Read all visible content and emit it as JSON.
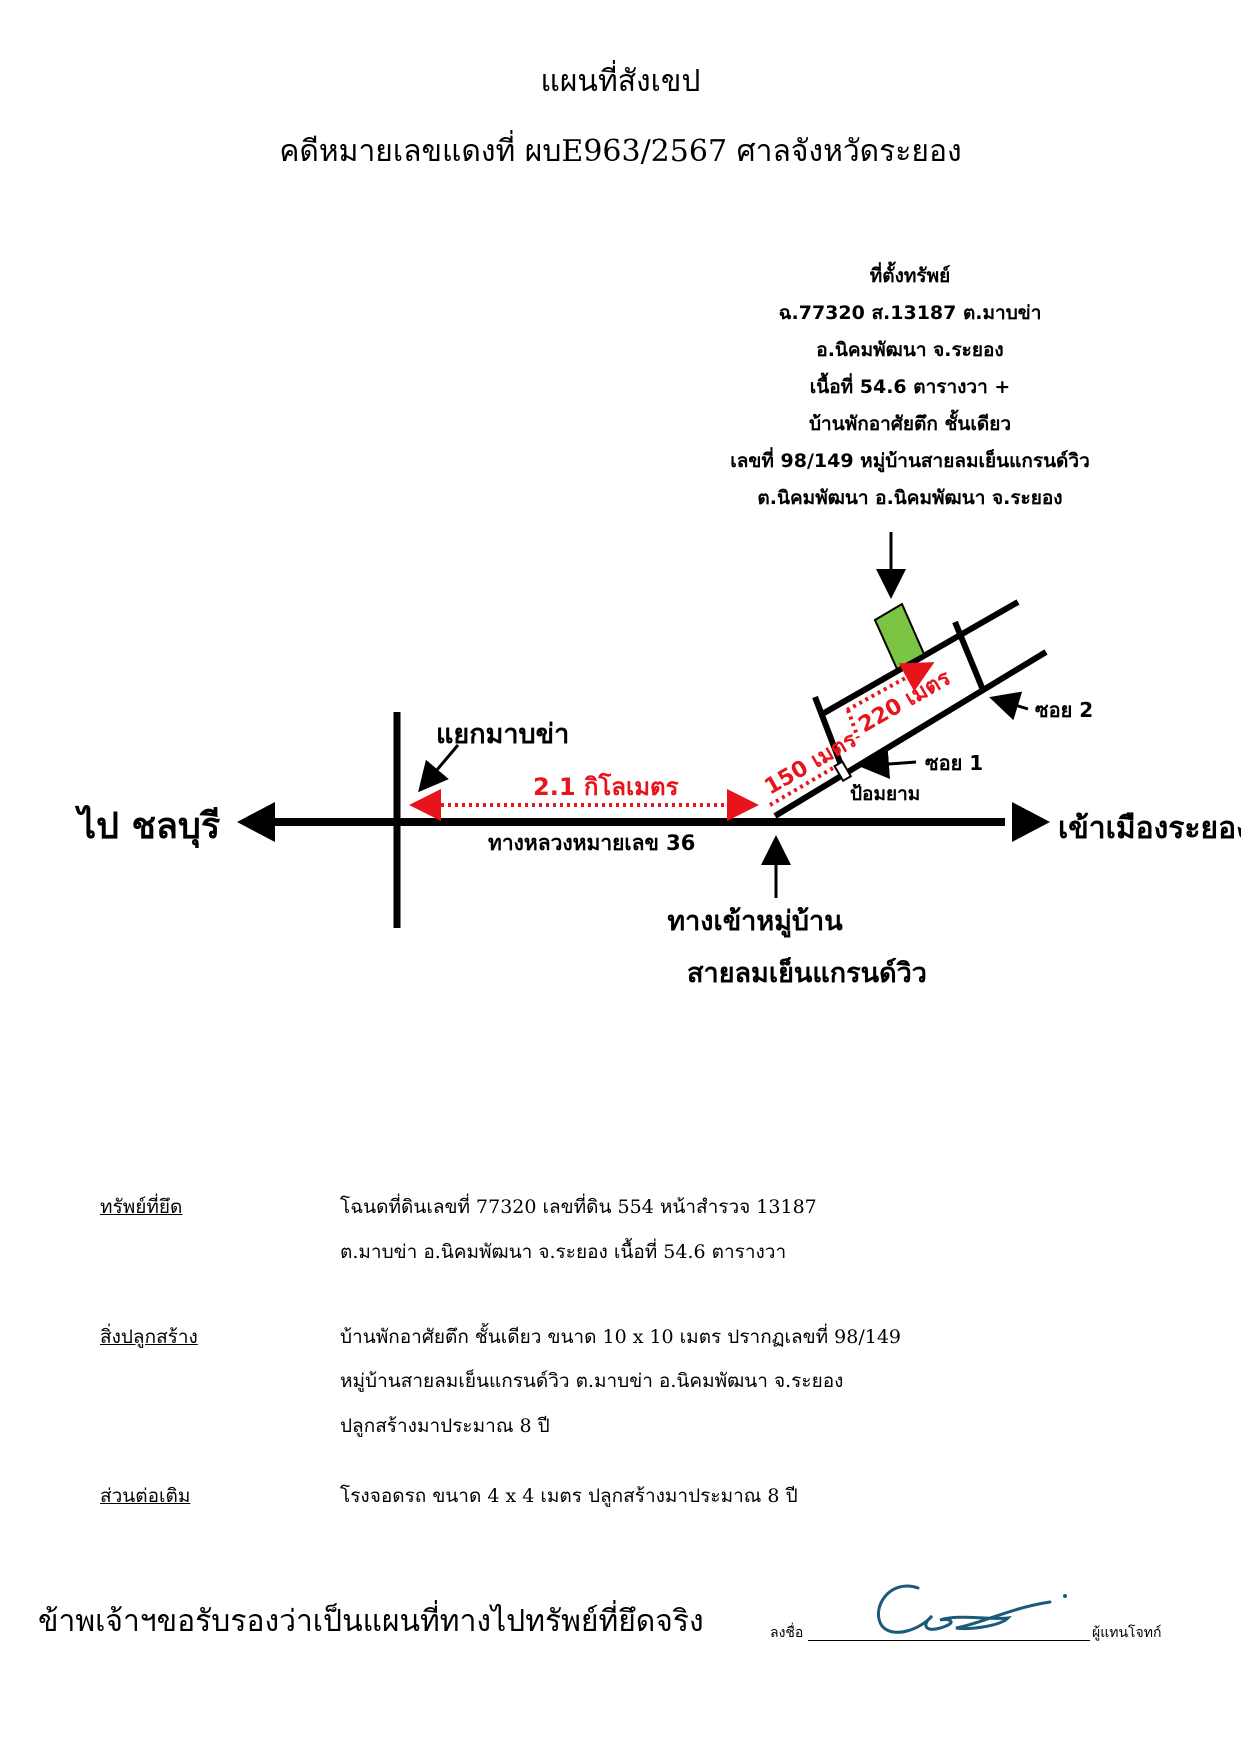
{
  "title": "แผนที่สังเขป",
  "subtitle": "คดีหมายเลขแดงที่ ผบE963/2567 ศาลจังหวัดระยอง",
  "property_location": {
    "heading": "ที่ตั้งทรัพย์",
    "lines": [
      "ฉ.77320 ส.13187 ต.มาบข่า",
      "อ.นิคมพัฒนา จ.ระยอง",
      "เนื้อที่ 54.6 ตารางวา +",
      "บ้านพักอาศัยตึก ชั้นเดียว",
      "เลขที่ 98/149 หมู่บ้านสายลมเย็นแกรนด์วิว",
      "ต.นิคมพัฒนา อ.นิคมพัฒนา จ.ระยอง"
    ]
  },
  "map": {
    "left_destination": "ไป ชลบุรี",
    "right_destination": "เข้าเมืองระยอง",
    "highway_label": "ทางหลวงหมายเลข 36",
    "intersection_label": "แยกมาบข่า",
    "distance_main": "2.1 กิโลเมตร",
    "distance_branch": "150 เมตร",
    "distance_soi": "220 เมตร",
    "soi1_label": "ซอย 1",
    "soi2_label": "ซอย 2",
    "guard_booth_label": "ป้อมยาม",
    "village_entrance_line1": "ทางเข้าหมู่บ้าน",
    "village_entrance_line2": "สายลมเย็นแกรนด์วิว",
    "colors": {
      "property": "#7cc443",
      "distance_marker": "#e8141b",
      "road": "#000000"
    }
  },
  "details": [
    {
      "label": "ทรัพย์ที่ยึด",
      "lines": [
        "โฉนดที่ดินเลขที่ 77320 เลขที่ดิน 554 หน้าสำรวจ 13187",
        "ต.มาบข่า อ.นิคมพัฒนา จ.ระยอง เนื้อที่ 54.6 ตารางวา"
      ]
    },
    {
      "label": "สิ่งปลูกสร้าง",
      "lines": [
        "บ้านพักอาศัยตึก ชั้นเดียว ขนาด 10 x 10 เมตร ปรากฏเลขที่ 98/149",
        "หมู่บ้านสายลมเย็นแกรนด์วิว ต.มาบข่า อ.นิคมพัฒนา จ.ระยอง",
        "ปลูกสร้างมาประมาณ 8 ปี"
      ]
    },
    {
      "label": "ส่วนต่อเติม",
      "lines": [
        "โรงจอดรถ ขนาด 4 x 4 เมตร ปลูกสร้างมาประมาณ 8 ปี"
      ]
    }
  ],
  "certification": "ข้าพเจ้าฯขอรับรองว่าเป็นแผนที่ทางไปทรัพย์ที่ยึดจริง",
  "sign_label": "ลงชื่อ",
  "sign_role": "ผู้แทนโจทก์"
}
